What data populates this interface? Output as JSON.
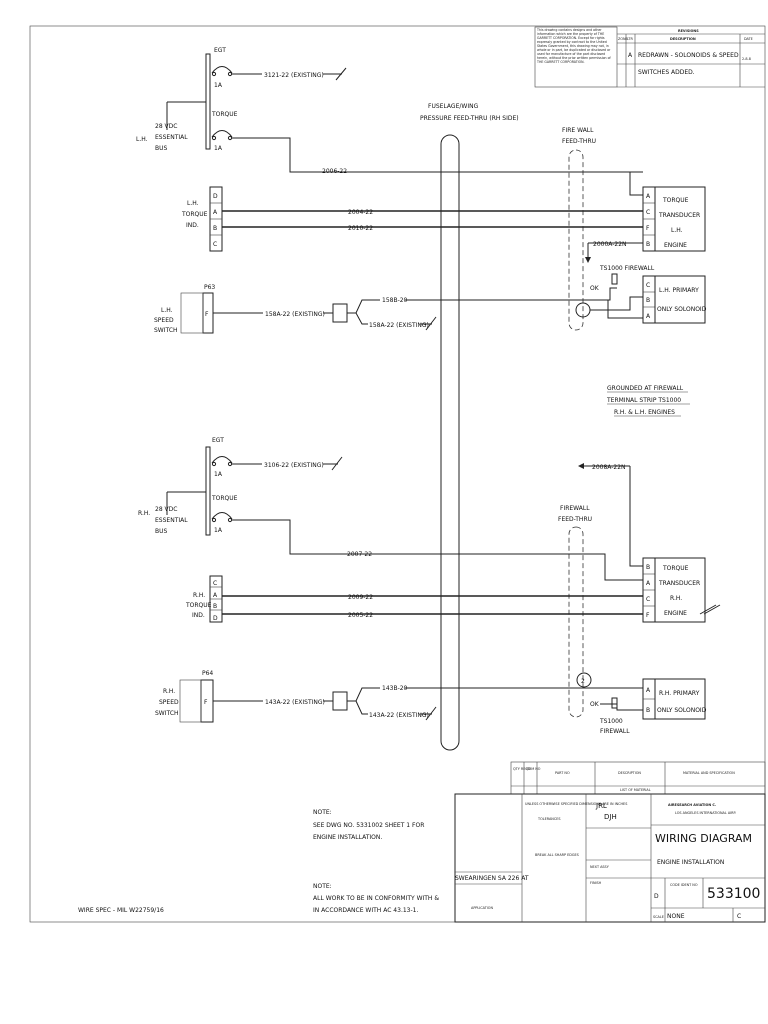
{
  "revisions": {
    "header": "REVISIONS",
    "col_sym": "SYM",
    "col_zone": "ZONE",
    "col_ltr": "LTR",
    "col_description": "DESCRIPTION",
    "col_date": "DATE",
    "ltr": "A",
    "description_line1": "REDRAWN - SOLONOIDS & SPEED",
    "description_line2": "SWITCHES ADDED.",
    "date": "2-8-8",
    "proprietary_notice": "This drawing contains designs and other information which are the property of THE GARRETT CORPORATION. Except for rights expressly granted by contract to the United States Government, this drawing may not, in whole or in part, be duplicated or disclosed or used for manufacture of the part disclosed herein, without the prior written permission of THE GARRETT CORPORATION."
  },
  "labels": {
    "fuselage_feed_line1": "FUSELAGE/WING",
    "fuselage_feed_line2": "PRESSURE FEED-THRU (RH SIDE)",
    "lh_firewall_line1": "FIRE WALL",
    "lh_firewall_line2": "FEED-THRU",
    "rh_firewall_line1": "FIREWALL",
    "rh_firewall_line2": "FEED-THRU",
    "grounded_line1": "GROUNDED AT FIREWALL",
    "grounded_line2": "TERMINAL STRIP TS1000",
    "grounded_line3": "R.H. & L.H. ENGINES",
    "ts_firewall_lh": "TS1000 FIREWALL",
    "ts_firewall_rh_line1": "TS1000",
    "ts_firewall_rh_line2": "FIREWALL",
    "ok_lh": "OK",
    "ok_rh": "OK",
    "feedthru_circle_rh": "2",
    "wire_spec": "WIRE SPEC - MIL W22759/16"
  },
  "lh": {
    "bus_side": "L.H.",
    "bus_line1": "28 VDC",
    "bus_line2": "ESSENTIAL",
    "bus_line3": "BUS",
    "egt": "EGT",
    "egt_breaker": "1A",
    "egt_wire": "3121-22 (EXISTING)",
    "torque": "TORQUE",
    "torque_breaker": "1A",
    "indicator_line1": "L.H.",
    "indicator_line2": "TORQUE",
    "indicator_line3": "IND.",
    "indicator_pins": [
      "D",
      "A",
      "B",
      "C"
    ],
    "speed_plug": "P63",
    "speed_line1": "L.H.",
    "speed_line2": "SPEED",
    "speed_line3": "SWITCH",
    "speed_pin": "F",
    "wire_speed": "158A-22 (EXISTING)",
    "wire_speed_out": "158B-20",
    "wire_speed_existing": "158A-22 (EXISTING)",
    "wire_torque_pwr": "2006-22",
    "wire_ind_a": "2004-22",
    "wire_ind_b": "2010-22",
    "wire_ground": "2000A-22N",
    "transducer_pins": [
      "A",
      "C",
      "F",
      "B"
    ],
    "transducer_line1": "TORQUE",
    "transducer_line2": "TRANSDUCER",
    "transducer_line3": "L.H.",
    "transducer_line4": "ENGINE",
    "solenoid_pins": [
      "C",
      "B",
      "A"
    ],
    "solenoid_line1": "L.H. PRIMARY",
    "solenoid_line2": "ONLY SOLONOID"
  },
  "rh": {
    "bus_side": "R.H.",
    "bus_line1": "28 VDC",
    "bus_line2": "ESSENTIAL",
    "bus_line3": "BUS",
    "egt": "EGT",
    "egt_breaker": "1A",
    "egt_wire": "3106-22 (EXISTING)",
    "torque": "TORQUE",
    "torque_breaker": "1A",
    "indicator_line1": "R.H.",
    "indicator_line2": "TORQUE",
    "indicator_line3": "IND.",
    "indicator_pins": [
      "C",
      "A",
      "B",
      "D"
    ],
    "speed_plug": "P64",
    "speed_line1": "R.H.",
    "speed_line2": "SPEED",
    "speed_line3": "SWITCH",
    "speed_pin": "F",
    "wire_speed": "143A-22 (EXISTING)",
    "wire_speed_out": "143B-20",
    "wire_speed_existing": "143A-22 (EXISTING)",
    "wire_torque_pwr": "2007-22",
    "wire_ind_a": "2009-22",
    "wire_ind_b": "2005-22",
    "wire_ground": "2008A-22N",
    "transducer_pins": [
      "B",
      "A",
      "C",
      "F"
    ],
    "transducer_line1": "TORQUE",
    "transducer_line2": "TRANSDUCER",
    "transducer_line3": "R.H.",
    "transducer_line4": "ENGINE",
    "solenoid_pins": [
      "A",
      "B"
    ],
    "solenoid_line1": "R.H. PRIMARY",
    "solenoid_line2": "ONLY SOLONOID"
  },
  "notes": {
    "note1_title": "NOTE:",
    "note1_line1": "SEE DWG NO. 5331002 SHEET 1 FOR",
    "note1_line2": "ENGINE INSTALLATION.",
    "note2_title": "NOTE:",
    "note2_line1": "ALL WORK TO BE IN CONFORMITY WITH &",
    "note2_line2": "IN ACCORDANCE WITH AC 43.13-1."
  },
  "title_block": {
    "company": "AIRESEARCH AVIATION C.",
    "company_sub": "LOS ANGELES INTERNATIONAL AIRP.",
    "title_line1": "WIRING DIAGRAM",
    "title_line2": "ENGINE INSTALLATION",
    "drawing_number": "533100",
    "size": "D",
    "scale_label": "SCALE",
    "scale_value": "NONE",
    "application_label": "APPLICATION",
    "model": "SWEARINGEN SA 226 AT",
    "parts_list_qty": "QTY REQD",
    "parts_list_item": "ITEM NO",
    "parts_list_partno": "PART NO",
    "parts_list_desc": "DESCRIPTION",
    "parts_list_material": "MATERIAL AND SPECIFICATION",
    "list_of_material": "LIST OF MATERIAL",
    "drawn_initials": "JRL",
    "checked_initials": "DJH",
    "tolerance_text": "UNLESS OTHERWISE SPECIFIED DIMENSIONS ARE IN INCHES",
    "tolerances": "TOLERANCES",
    "break_edges": "BREAK ALL SHARP EDGES",
    "used_on": "NEXT ASSY",
    "finish": "FINISH",
    "code_ident": "CODE IDENT NO",
    "rev_letter": "C"
  }
}
